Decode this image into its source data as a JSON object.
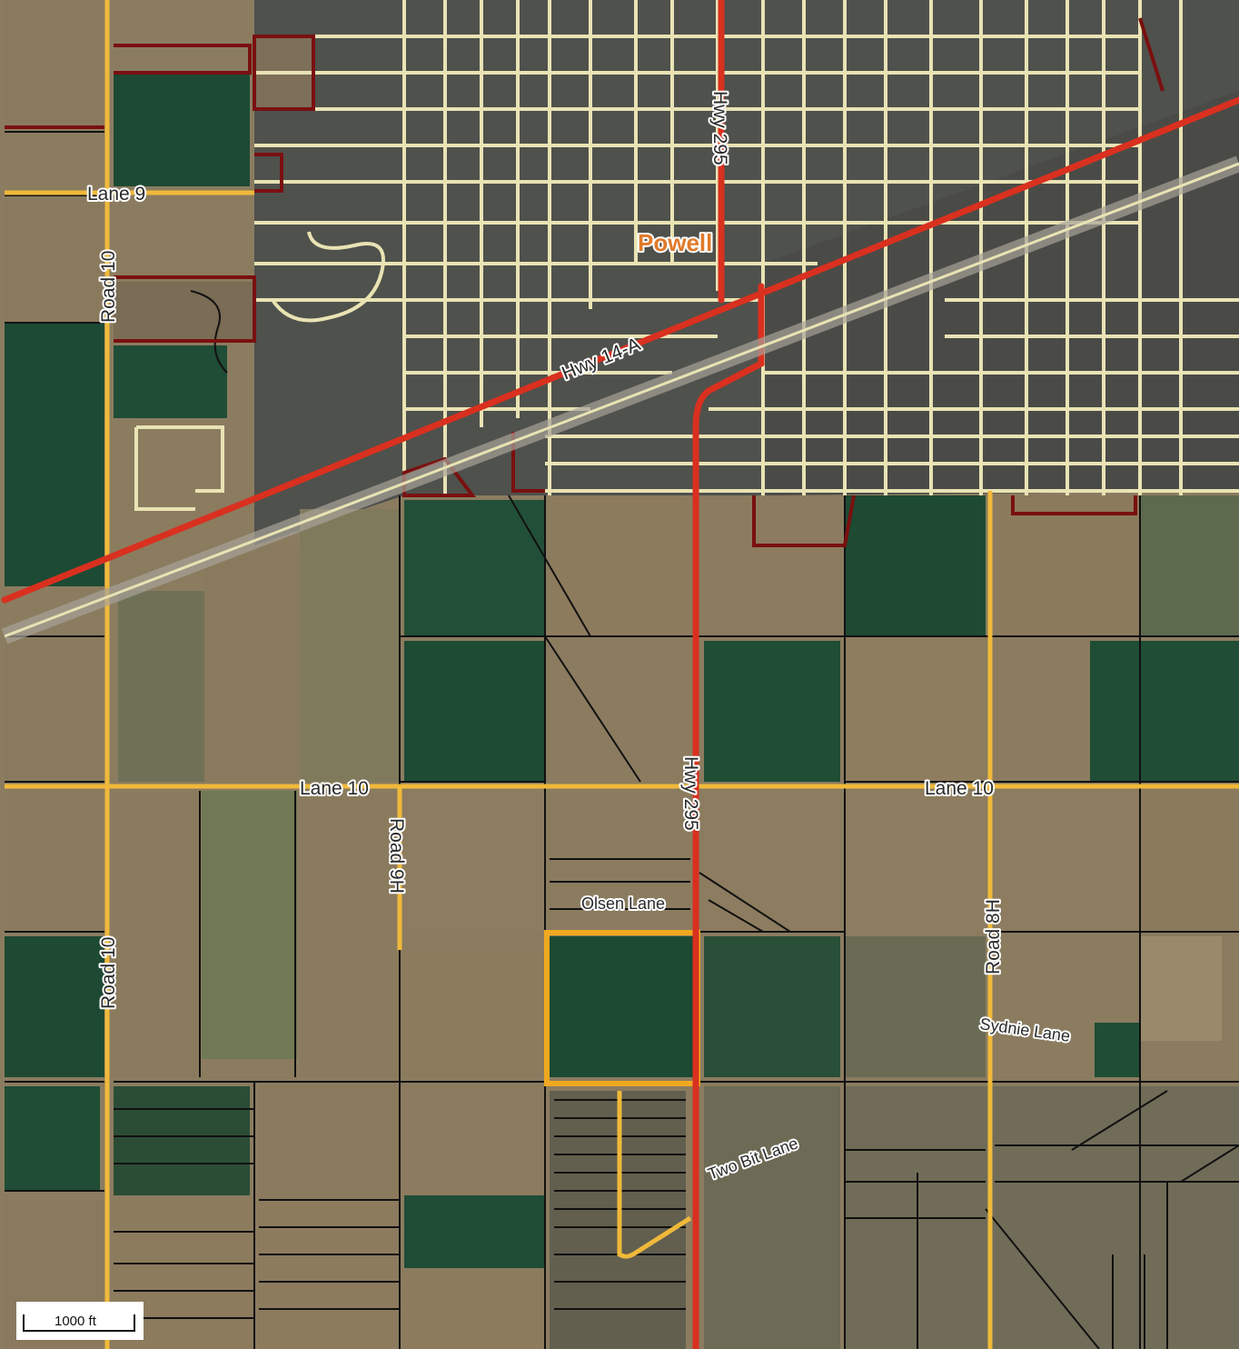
{
  "map": {
    "town_label": "Powell",
    "roads": {
      "hwy_295_north": "Hwy 295",
      "hwy_295_south": "Hwy 295",
      "hwy_14a": "Hwy 14-A",
      "lane_9": "Lane 9",
      "lane_10_west": "Lane 10",
      "lane_10_east": "Lane 10",
      "road_10_north": "Road 10",
      "road_10_south": "Road 10",
      "road_9h": "Road 9H",
      "road_8h": "Road 8H",
      "olsen_lane": "Olsen Lane",
      "sydnie_lane": "Sydnie Lane",
      "two_bit_lane": "Two Bit Lane"
    },
    "scale_bar": {
      "label": "1000 ft"
    },
    "colors": {
      "highway": "#d9301f",
      "county_road": "#f0b93a",
      "city_street": "#e9e3b4",
      "parcel_line": "#111111",
      "city_limit": "#7a1010",
      "field_green": "#1f4a33",
      "field_tan": "#8b7a5e",
      "urban": "#5a5a55",
      "highlight_parcel": "#f0a820"
    }
  }
}
